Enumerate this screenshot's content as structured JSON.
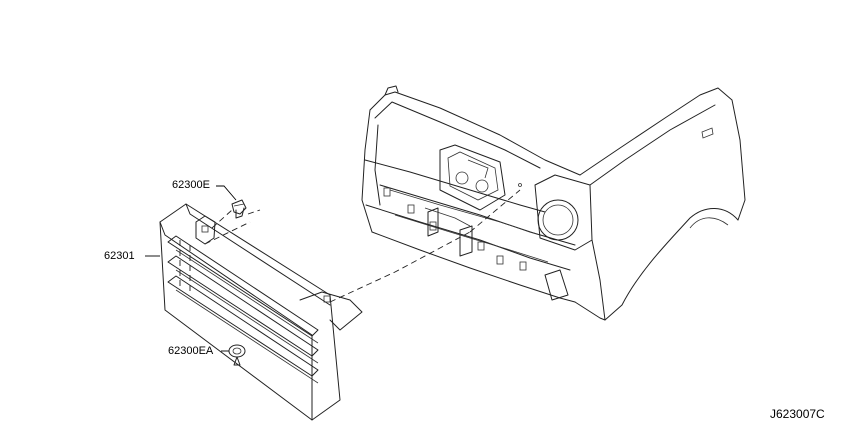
{
  "parts": {
    "clip": {
      "number": "62300E"
    },
    "grille": {
      "number": "62301"
    },
    "fastener": {
      "number": "62300EA"
    }
  },
  "diagram_code": "J623007C"
}
